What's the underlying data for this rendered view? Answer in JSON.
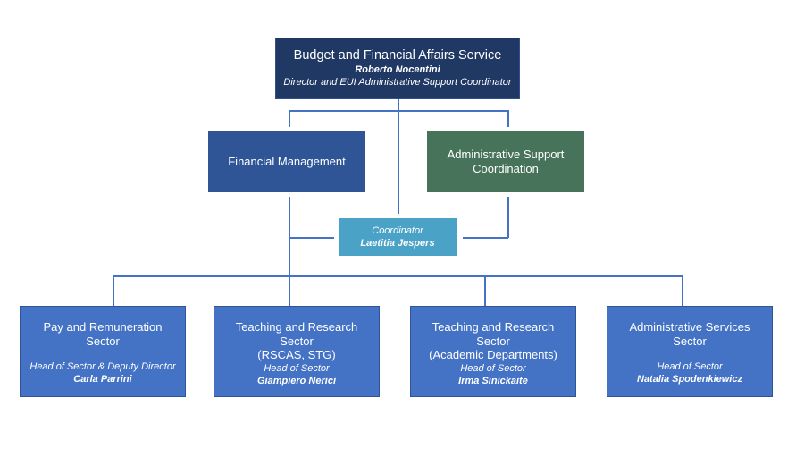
{
  "diagram": {
    "type": "org-chart",
    "root": {
      "title": "Budget and Financial Affairs Service",
      "name": "Roberto Nocentini",
      "role": "Director and EUI Administrative Support Coordinator",
      "color": "#203864"
    },
    "units": [
      {
        "title": "Financial Management",
        "color": "#2f5597"
      },
      {
        "title_line1": "Administrative Support",
        "title_line2": "Coordination",
        "color": "#46735a"
      }
    ],
    "coordinator": {
      "role": "Coordinator",
      "name": "Laetitia Jespers",
      "color": "#4aa3c7"
    },
    "sectors": [
      {
        "line1": "Pay and Remuneration",
        "line2": "Sector",
        "line3": "",
        "role": "Head of Sector & Deputy Director",
        "name": "Carla Parrini"
      },
      {
        "line1": "Teaching and Research",
        "line2": "Sector",
        "line3": "(RSCAS, STG)",
        "role": "Head of Sector",
        "name": "Giampiero Nerici"
      },
      {
        "line1": "Teaching and Research",
        "line2": "Sector",
        "line3": "(Academic Departments)",
        "role": "Head of Sector",
        "name": "Irma Sinickaite"
      },
      {
        "line1": "Administrative Services",
        "line2": "Sector",
        "line3": "",
        "role": "Head of Sector",
        "name": "Natalia Spodenkiewicz"
      }
    ],
    "sector_color": "#4472c4",
    "connector_color": "#4472c4"
  }
}
